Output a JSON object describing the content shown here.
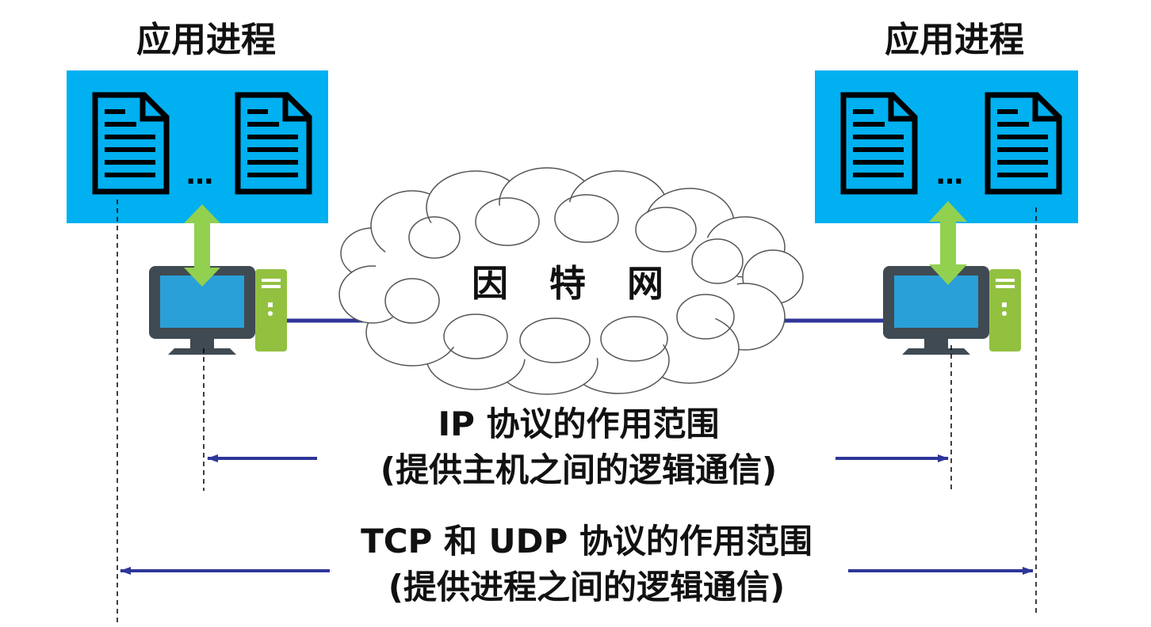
{
  "left_host": {
    "title": "应用进程",
    "ellipsis": "…"
  },
  "right_host": {
    "title": "应用进程",
    "ellipsis": "…"
  },
  "internet": {
    "label": "因 特 网"
  },
  "ip_scope": {
    "line1": "IP 协议的作用范围",
    "line2": "(提供主机之间的逻辑通信)"
  },
  "tcp_udp_scope": {
    "line1": "TCP 和 UDP 协议的作用范围",
    "line2": "(提供进程之间的逻辑通信)"
  },
  "colors": {
    "process_box": "#00b0f0",
    "exchange_arrow": "#92d050",
    "link_line": "#2f3699",
    "monitor_frame": "#404a52",
    "monitor_screen": "#2aa0d8",
    "tower": "#92c140",
    "text": "#111111"
  },
  "icons": {
    "document": "document-icon",
    "computer": "desktop-computer-icon",
    "cloud": "cloud-icon",
    "arrow": "double-arrow-icon"
  }
}
